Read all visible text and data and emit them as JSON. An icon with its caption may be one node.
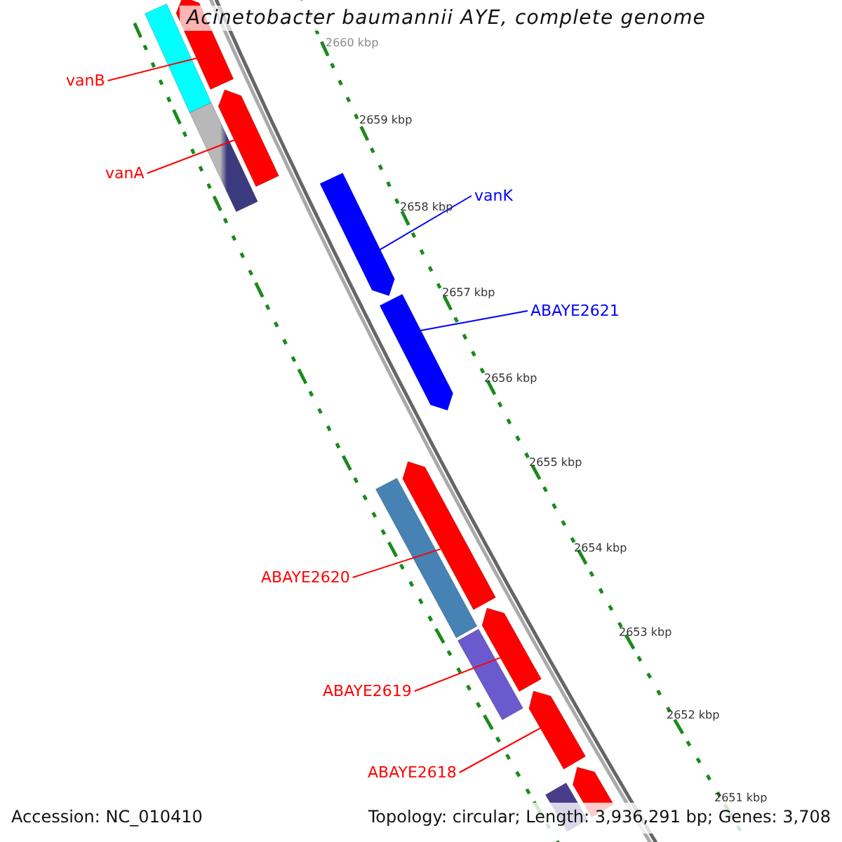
{
  "diagram": {
    "title": "Acinetobacter baumannii AYE, complete genome",
    "nodes": [
      {
        "text": [
          "vanB"
        ]
      },
      {
        "text": [
          "vanA"
        ]
      },
      {
        "text": [
          "vanK"
        ]
      },
      {
        "text": [
          "ABAYE2621"
        ]
      },
      {
        "text": [
          "ABAYE2620"
        ]
      },
      {
        "text": [
          "ABAYE2619"
        ]
      },
      {
        "text": [
          "ABAYE2618"
        ]
      },
      {
        "text": [],
        "shape": "bar"
      },
      {
        "text": [],
        "shape": "arrow"
      },
      {
        "text": [],
        "shape": "arrow"
      },
      {
        "text": [],
        "shape": "bar"
      },
      {
        "text": [],
        "shape": "arrow"
      },
      {
        "text": [],
        "shape": "arrow"
      },
      {
        "text": [],
        "shape": "arrow"
      },
      {
        "text": [],
        "shape": "bar"
      },
      {
        "text": [],
        "shape": "arrow"
      },
      {
        "text": [],
        "shape": "bar"
      },
      {
        "text": [],
        "shape": "arrow"
      },
      {
        "text": [],
        "shape": "arrow"
      },
      {
        "text": [],
        "shape": "bar"
      }
    ],
    "edges": [
      {
        "from": 0,
        "to": 8,
        "arrow": "none"
      },
      {
        "from": 1,
        "to": 9,
        "arrow": "none"
      },
      {
        "from": 2,
        "to": 11,
        "arrow": "none",
        "color": "#0000ff"
      },
      {
        "from": 3,
        "to": 12,
        "arrow": "none",
        "color": "#0000ff"
      },
      {
        "from": 4,
        "to": 13,
        "arrow": "none"
      },
      {
        "from": 5,
        "to": 15,
        "arrow": "none"
      },
      {
        "from": 6,
        "to": 17,
        "arrow": "none"
      }
    ],
    "labels": [
      "2660 kbp",
      "2659 kbp",
      "2658 kbp",
      "2657 kbp",
      "2656 kbp",
      "2655 kbp",
      "2654 kbp",
      "2653 kbp",
      "2652 kbp",
      "2651 kbp",
      "Accession: NC_010410",
      "Topology: circular; Length: 3,936,291 bp; Genes: 3,708"
    ]
  }
}
